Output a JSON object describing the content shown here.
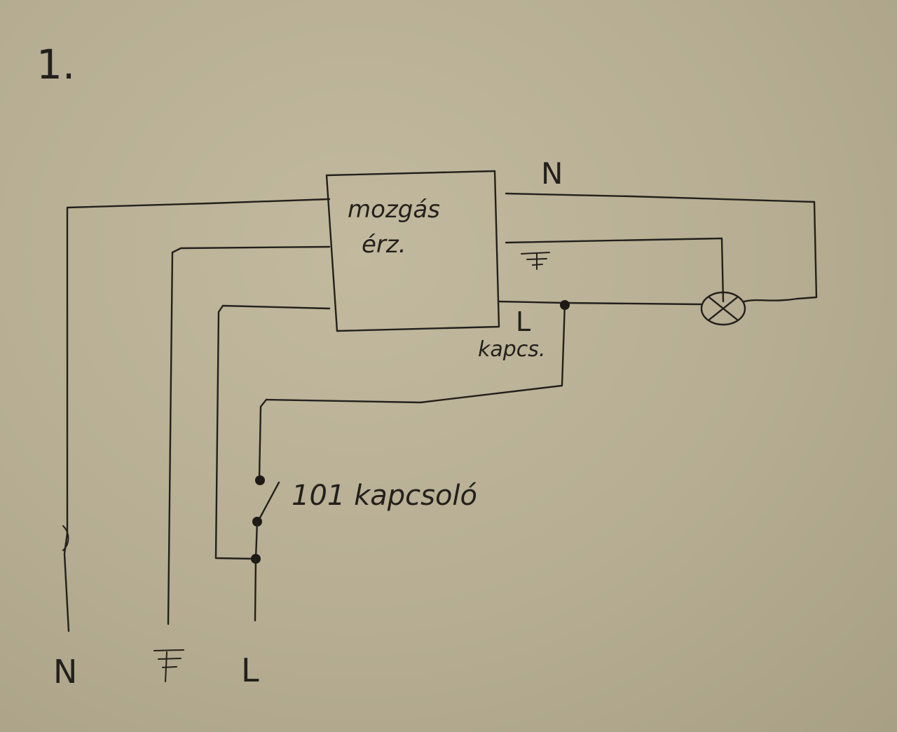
{
  "sheet_number": "1.",
  "device": {
    "line1": "mozgás",
    "line2": "érz."
  },
  "labels": {
    "n_top": "N",
    "l_top": "L",
    "kapcs": "kapcs.",
    "switch": "101 kapcsoló",
    "n_bottom": "N",
    "l_bottom": "L"
  },
  "icons": {
    "ground_top": "ground-icon",
    "ground_bottom": "ground-icon",
    "lamp": "lamp-icon",
    "switch": "switch-icon"
  },
  "colors": {
    "paper": "#b9b095",
    "ink": "#23201c"
  }
}
